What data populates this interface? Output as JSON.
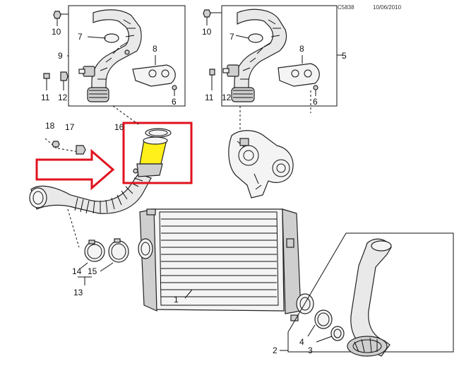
{
  "header": {
    "drawing_code": "C5838",
    "date": "10/06/2010"
  },
  "callouts": {
    "c1": "1",
    "c2": "2",
    "c3": "3",
    "c4": "4",
    "c5": "5",
    "c6a": "6",
    "c6b": "6",
    "c7a": "7",
    "c7b": "7",
    "c8a": "8",
    "c8b": "8",
    "c9": "9",
    "c10a": "10",
    "c10b": "10",
    "c11a": "11",
    "c11b": "11",
    "c12a": "12",
    "c12b": "12",
    "c13": "13",
    "c14": "14",
    "c15": "15",
    "c16": "16",
    "c17": "17",
    "c18": "18"
  },
  "highlight": {
    "box_color": "#e0121e",
    "arrow_color": "#e0121e",
    "fill_color": "#ffef1a"
  }
}
